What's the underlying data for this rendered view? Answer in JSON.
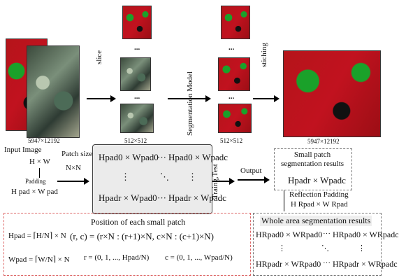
{
  "top": {
    "input_size": "5947×12192",
    "slice_label": "slice",
    "patch_size_1": "512×512",
    "model_label": "Segmentation Model",
    "patch_size_2": "512×512",
    "stitch_label": "stiching",
    "output_size": "5947×12192",
    "ellipsis": "..."
  },
  "middle": {
    "input_image": "Input Image",
    "hw": "H × W",
    "patch_size": "Patch size",
    "nn": "N×N",
    "padding": "Padding",
    "hpad_wpad": "H pad × W pad",
    "matrix": {
      "tl": "Hpad0 × Wpad0",
      "tr": "Hpad0 × Wpadc",
      "bl": "Hpadr × Wpad0",
      "br": "Hpadr × Wpadc",
      "dots_h": "···",
      "dots_v": "⋮",
      "dots_d": "⋱"
    },
    "traing_test": "Traing,Test",
    "output": "Output",
    "small_patch_title": "Small patch segmentation results",
    "small_patch_formula": "Hpadr × Wpadc",
    "reflection_padding": "Reflection Padding",
    "reflection_formula": "H Rpad × W Rpad"
  },
  "bottom": {
    "position_title": "Position of each small patch",
    "hpad_eq": "Hpad = ⌈H/N⌉ × N",
    "wpad_eq": "Wpad = ⌈W/N⌉ × N",
    "rc_eq": "(r,  c) = (r×N : (r+1)×N, c×N : (c+1)×N)",
    "r_eq": "r = (0, 1, ..., Hpad/N)",
    "c_eq": "c = (0, 1, ..., Wpad/N)",
    "whole_title": "Whole area segmentation results",
    "w_tl": "HRpad0 × WRpad0",
    "w_tr": "HRpad0 × WRpadc",
    "w_bl": "HRpadr × WRpad0",
    "w_br": "HRpadr × WRpadc",
    "dots_h": "···",
    "dots_v": "⋮",
    "dots_d": "⋱"
  }
}
